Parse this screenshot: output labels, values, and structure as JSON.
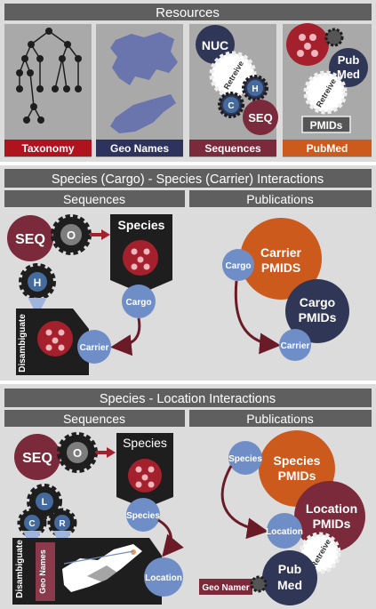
{
  "resources": {
    "title": "Resources",
    "taxonomy": "Taxonomy",
    "geo_names": "Geo Names",
    "sequences": "Sequences",
    "pubmed": "PubMed",
    "nuc": "NUC",
    "retreive": "Retreive",
    "h": "H",
    "c": "C",
    "seq": "SEQ",
    "pub_med_line1": "Pub",
    "pub_med_line2": "Med",
    "pmids": "PMIDs"
  },
  "cargo_carrier": {
    "title": "Species (Cargo) - Species (Carrier) Interactions",
    "sequences_header": "Sequences",
    "publications_header": "Publications",
    "seq": "SEQ",
    "o": "O",
    "h": "H",
    "species": "Species",
    "cargo": "Cargo",
    "disambiguate": "Disambiguate",
    "carrier": "Carrier",
    "pub_cargo": "Cargo",
    "carrier_pmids_line1": "Carrier",
    "carrier_pmids_line2": "PMIDS",
    "cargo_pmids_line1": "Cargo",
    "cargo_pmids_line2": "PMIDs",
    "pub_carrier": "Carrier"
  },
  "location": {
    "title": "Species - Location Interactions",
    "sequences_header": "Sequences",
    "publications_header": "Publications",
    "seq": "SEQ",
    "o": "O",
    "l": "L",
    "c": "C",
    "r": "R",
    "species": "Species",
    "species_small": "Species",
    "disambiguate": "Disambiguate",
    "geo_names": "Geo Names",
    "location": "Location",
    "pub_species": "Species",
    "species_pmids_line1": "Species",
    "species_pmids_line2": "PMIDs",
    "location_pmids_line1": "Location",
    "location_pmids_line2": "PMIDs",
    "pub_location": "Location",
    "retreive": "Retreive",
    "geo_namer": "Geo Namer",
    "pub_med_line1": "Pub",
    "pub_med_line2": "Med"
  },
  "colors": {
    "header_gray": "#5f5f5f",
    "panel_gray": "#a9a9a9",
    "taxonomy_red": "#b0121e",
    "geo_navy": "#2e335e",
    "sequence_maroon": "#7a2a3a",
    "pubmed_orange": "#cc5a1d",
    "steel_blue": "#6f8ec7",
    "dark_navy": "#2f3656",
    "dark_red": "#a5202d",
    "gear_black": "#1e1e1e"
  }
}
